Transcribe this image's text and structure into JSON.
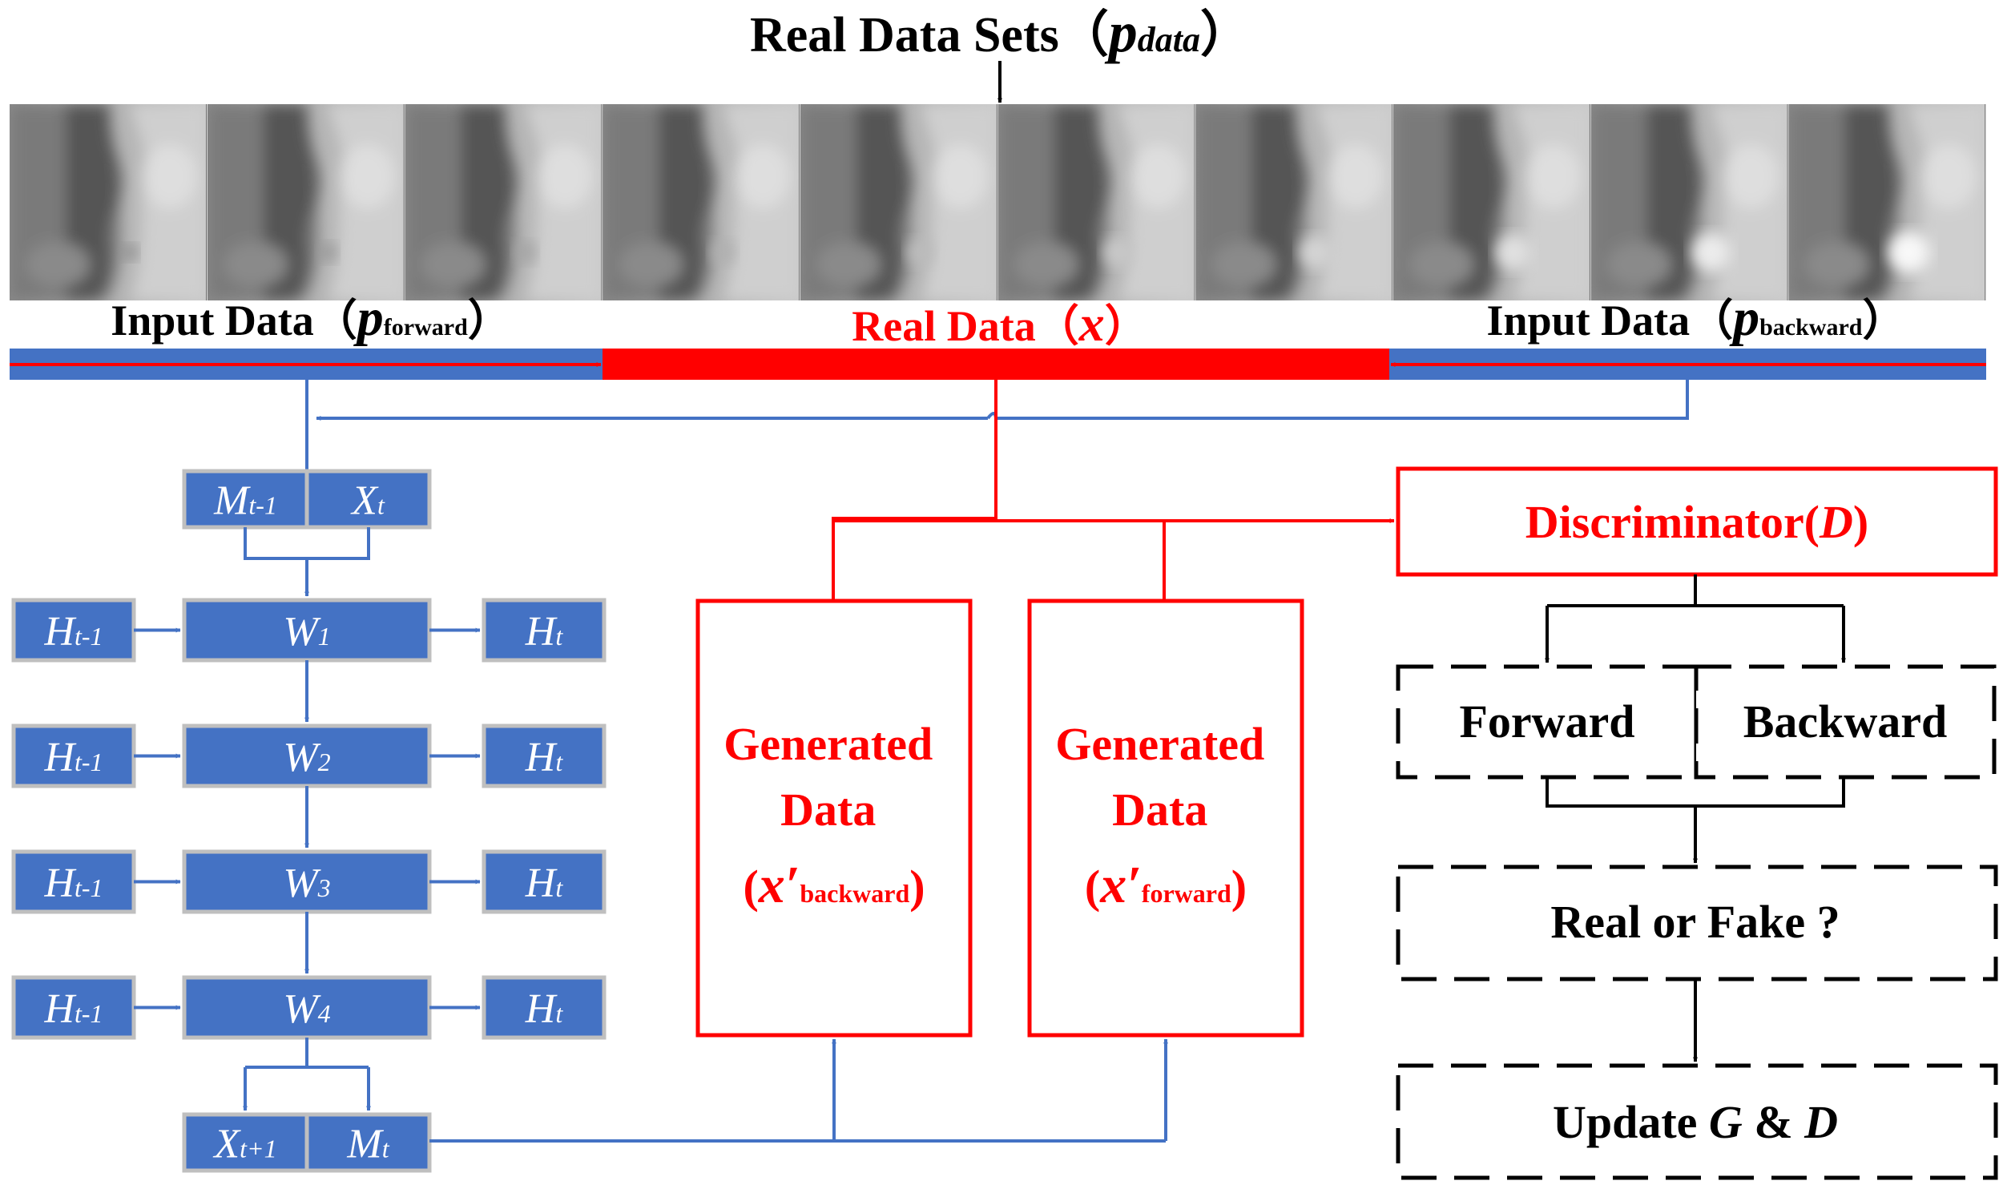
{
  "colors": {
    "blue": "#4472C4",
    "red": "#FF0000",
    "black": "#000000",
    "cell_border": "#BFBFBF",
    "white": "#FFFFFF"
  },
  "header": {
    "title_main": "Real Data Sets（",
    "title_var": "p",
    "title_sub": "data",
    "title_close": "）"
  },
  "strip": {
    "frame_count": 10,
    "frame_depiction": "grayscale radar echo frames"
  },
  "timeline": {
    "input_forward": {
      "main": "Input Data（",
      "var": "p",
      "sub": "forward",
      "close": "）"
    },
    "real_data": {
      "main": "Real Data（",
      "var": "x",
      "close": "）"
    },
    "input_backward": {
      "main": "Input Data（",
      "var": "p",
      "sub": "backward",
      "close": "）"
    }
  },
  "generator": {
    "top_cells": [
      {
        "var": "M",
        "sub": "t-1"
      },
      {
        "var": "X",
        "sub": "t"
      }
    ],
    "rows": [
      {
        "left": {
          "var": "H",
          "sub": "t-1"
        },
        "center": {
          "var": "W",
          "sub": "1"
        },
        "right": {
          "var": "H",
          "sub": "t"
        }
      },
      {
        "left": {
          "var": "H",
          "sub": "t-1"
        },
        "center": {
          "var": "W",
          "sub": "2"
        },
        "right": {
          "var": "H",
          "sub": "t"
        }
      },
      {
        "left": {
          "var": "H",
          "sub": "t-1"
        },
        "center": {
          "var": "W",
          "sub": "3"
        },
        "right": {
          "var": "H",
          "sub": "t"
        }
      },
      {
        "left": {
          "var": "H",
          "sub": "t-1"
        },
        "center": {
          "var": "W",
          "sub": "4"
        },
        "right": {
          "var": "H",
          "sub": "t"
        }
      }
    ],
    "bottom_cells": [
      {
        "var": "X",
        "sub": "t+1"
      },
      {
        "var": "M",
        "sub": "t"
      }
    ]
  },
  "generated": [
    {
      "line1": "Generated",
      "line2": "Data",
      "open": "(",
      "var": "x′",
      "sub": "backward",
      "close": ")"
    },
    {
      "line1": "Generated",
      "line2": "Data",
      "open": "(",
      "var": "x′",
      "sub": "forward",
      "close": ")"
    }
  ],
  "discriminator": {
    "main": "Discriminator(",
    "var": "D",
    "close": ")"
  },
  "decision": {
    "forward": "Forward",
    "backward": "Backward",
    "real_or_fake": "Real or Fake ?",
    "update_main": "Update ",
    "update_g": "G",
    "update_amp": " & ",
    "update_d": "D"
  }
}
